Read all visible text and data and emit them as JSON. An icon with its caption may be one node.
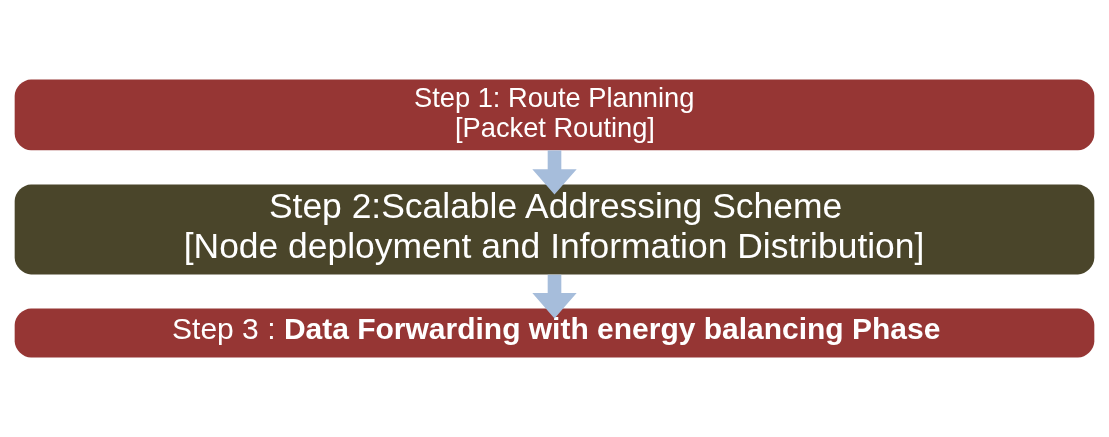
{
  "diagram": {
    "nodes": [
      {
        "text": [
          "Step 1: Route Planning",
          "[Packet Routing]"
        ]
      },
      {
        "text": [
          "Step 2:Scalable Addressing Scheme",
          "[Node deployment and Information Distribution]"
        ]
      },
      {
        "text": [
          "Step 3 : **Data Forwarding with energy balancing Phase**"
        ]
      }
    ],
    "edges": [
      {
        "from": 0,
        "to": 1,
        "arrow": "to"
      },
      {
        "from": 1,
        "to": 2,
        "arrow": "to"
      }
    ]
  }
}
